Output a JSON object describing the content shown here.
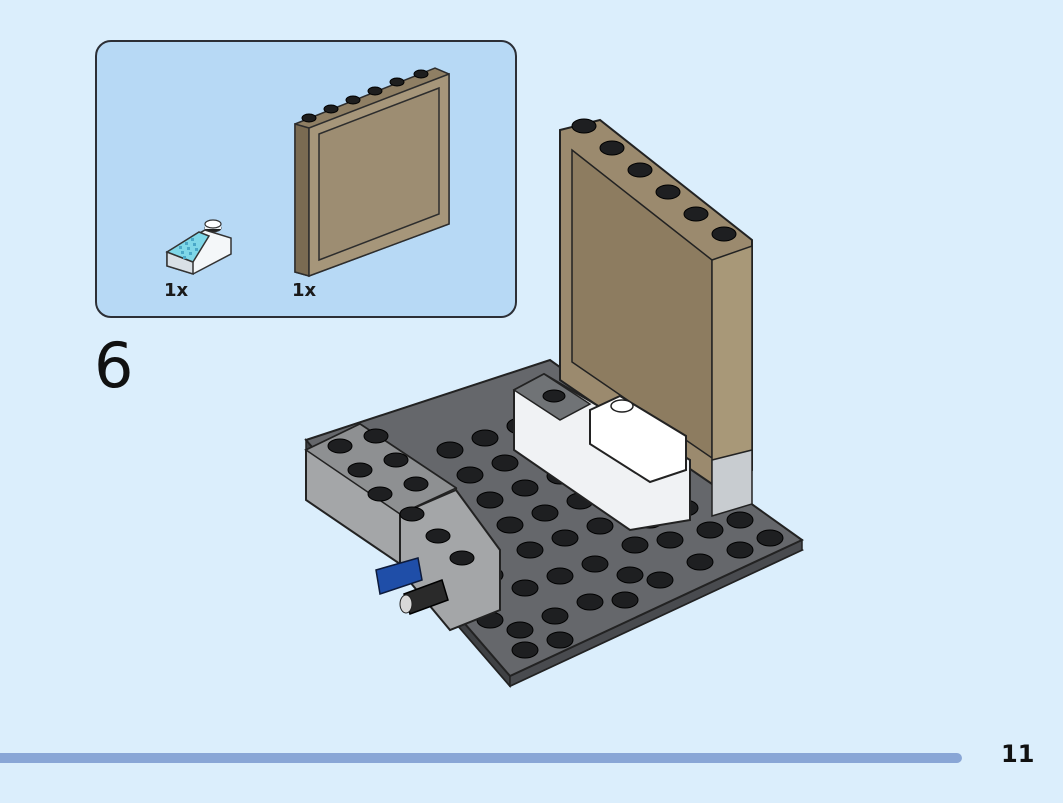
{
  "parts": [
    {
      "name": "slope-1x2-printed-keypad",
      "count": "1x"
    },
    {
      "name": "panel-1x6x5-dark-tan",
      "count": "1x"
    }
  ],
  "step_number": "6",
  "page_number": "11",
  "progress": 1.0,
  "colors": {
    "background": "#dbeefc",
    "parts_box": "#b7d9f5",
    "dark_tan": "#9b8a6e",
    "dark_gray": "#5a5c60",
    "light_gray": "#a4a6a8",
    "progress": "#89a6d6"
  }
}
